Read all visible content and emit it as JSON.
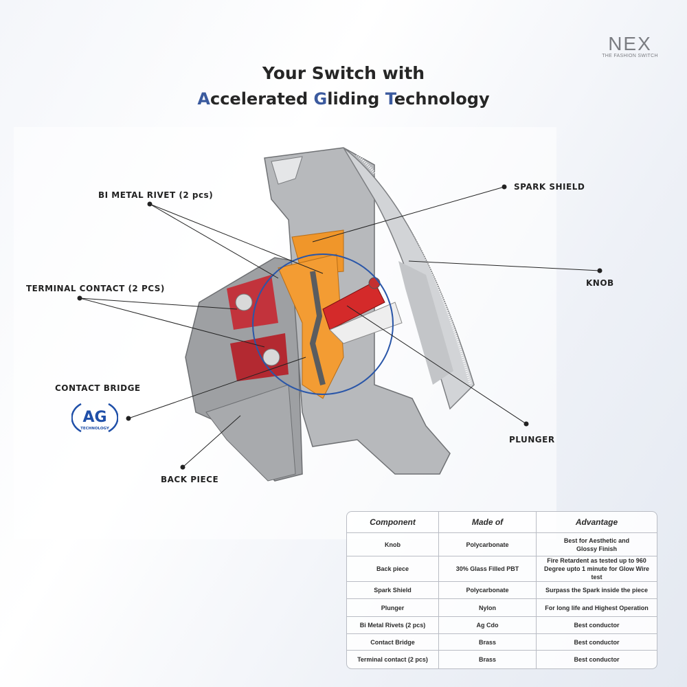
{
  "brand": {
    "name": "NEX",
    "tagline": "THE FASHION SWITCH"
  },
  "title": {
    "line1": "Your Switch with",
    "line2_parts": [
      {
        "accent": "A",
        "rest": "ccelerated "
      },
      {
        "accent": "G",
        "rest": "liding "
      },
      {
        "accent": "T",
        "rest": "echnology"
      }
    ]
  },
  "colors": {
    "accent": "#3b5a9e",
    "orange": "#f0962a",
    "red": "#c8202a",
    "grey": "#a9abae"
  },
  "labels": {
    "bi_metal_rivet": "BI METAL RIVET (2 pcs)",
    "spark_shield": "SPARK SHIELD",
    "knob": "KNOB",
    "terminal_contact": "TERMINAL CONTACT (2 PCS)",
    "contact_bridge": "CONTACT BRIDGE",
    "plunger": "PLUNGER",
    "back_piece": "BACK PIECE"
  },
  "ag_logo": {
    "letters": "AG",
    "text": "TECHNOLOGY"
  },
  "table": {
    "headers": [
      "Component",
      "Made of",
      "Advantage"
    ],
    "rows": [
      [
        "Knob",
        "Polycarbonate",
        "Best for Aesthetic and Glossy Finish"
      ],
      [
        "Back piece",
        "30% Glass Filled PBT",
        "Fire Retardent as tested up to 960 Degree upto 1 minute for Glow Wire test"
      ],
      [
        "Spark Shield",
        "Polycarbonate",
        "Surpass the Spark inside the piece"
      ],
      [
        "Plunger",
        "Nylon",
        "For long life and Highest Operation"
      ],
      [
        "Bi Metal Rivets (2 pcs)",
        "Ag Cdo",
        "Best conductor"
      ],
      [
        "Contact Bridge",
        "Brass",
        "Best conductor"
      ],
      [
        "Terminal contact (2 pcs)",
        "Brass",
        "Best conductor"
      ]
    ]
  }
}
